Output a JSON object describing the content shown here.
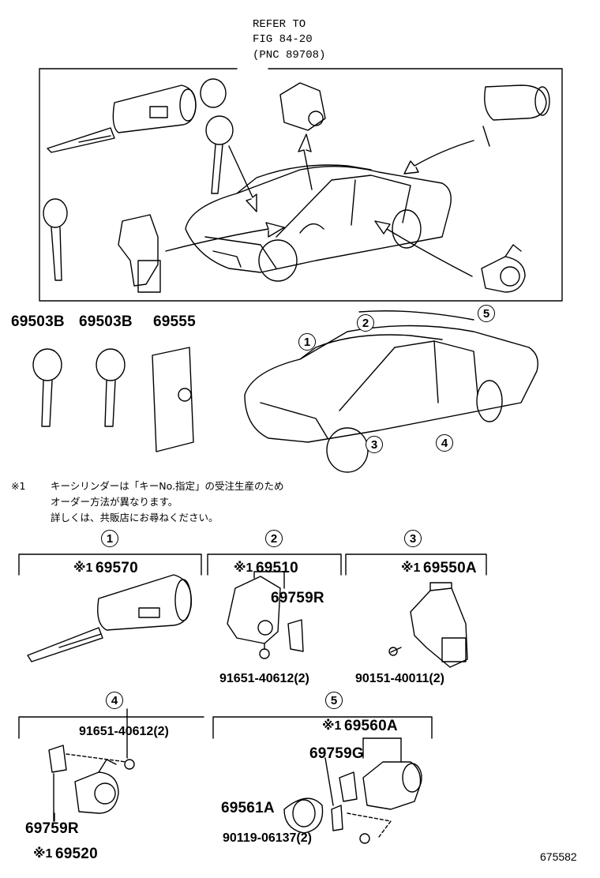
{
  "refer": {
    "line1": "REFER TO",
    "line2": "FIG 84-20",
    "line3": "(PNC 89708)"
  },
  "keys": {
    "key1": "69503B",
    "key2": "69503B",
    "case": "69555"
  },
  "note": {
    "mark": "※1",
    "line1": "キーシリンダーは「キーNo.指定」の受注生産のため",
    "line2": "オーダー方法が異なります。",
    "line3": "詳しくは、共販店にお尋ねください。"
  },
  "callouts": [
    "1",
    "2",
    "3",
    "4",
    "5"
  ],
  "section1": {
    "num": "1",
    "mark": "※1",
    "part": "69570"
  },
  "section2": {
    "num": "2",
    "mark": "※1",
    "part": "69510",
    "sub": "69759R",
    "bolt": "91651-40612(2)"
  },
  "section3": {
    "num": "3",
    "mark": "※1",
    "part": "69550A",
    "bolt": "90151-40011(2)"
  },
  "section4": {
    "num": "4",
    "bolt": "91651-40612(2)",
    "sub": "69759R",
    "mark": "※1",
    "part": "69520"
  },
  "section5": {
    "num": "5",
    "mark": "※1",
    "part": "69560A",
    "sub": "69759G",
    "cap": "69561A",
    "bolt": "90119-06137(2)"
  },
  "figure_code": "675582"
}
